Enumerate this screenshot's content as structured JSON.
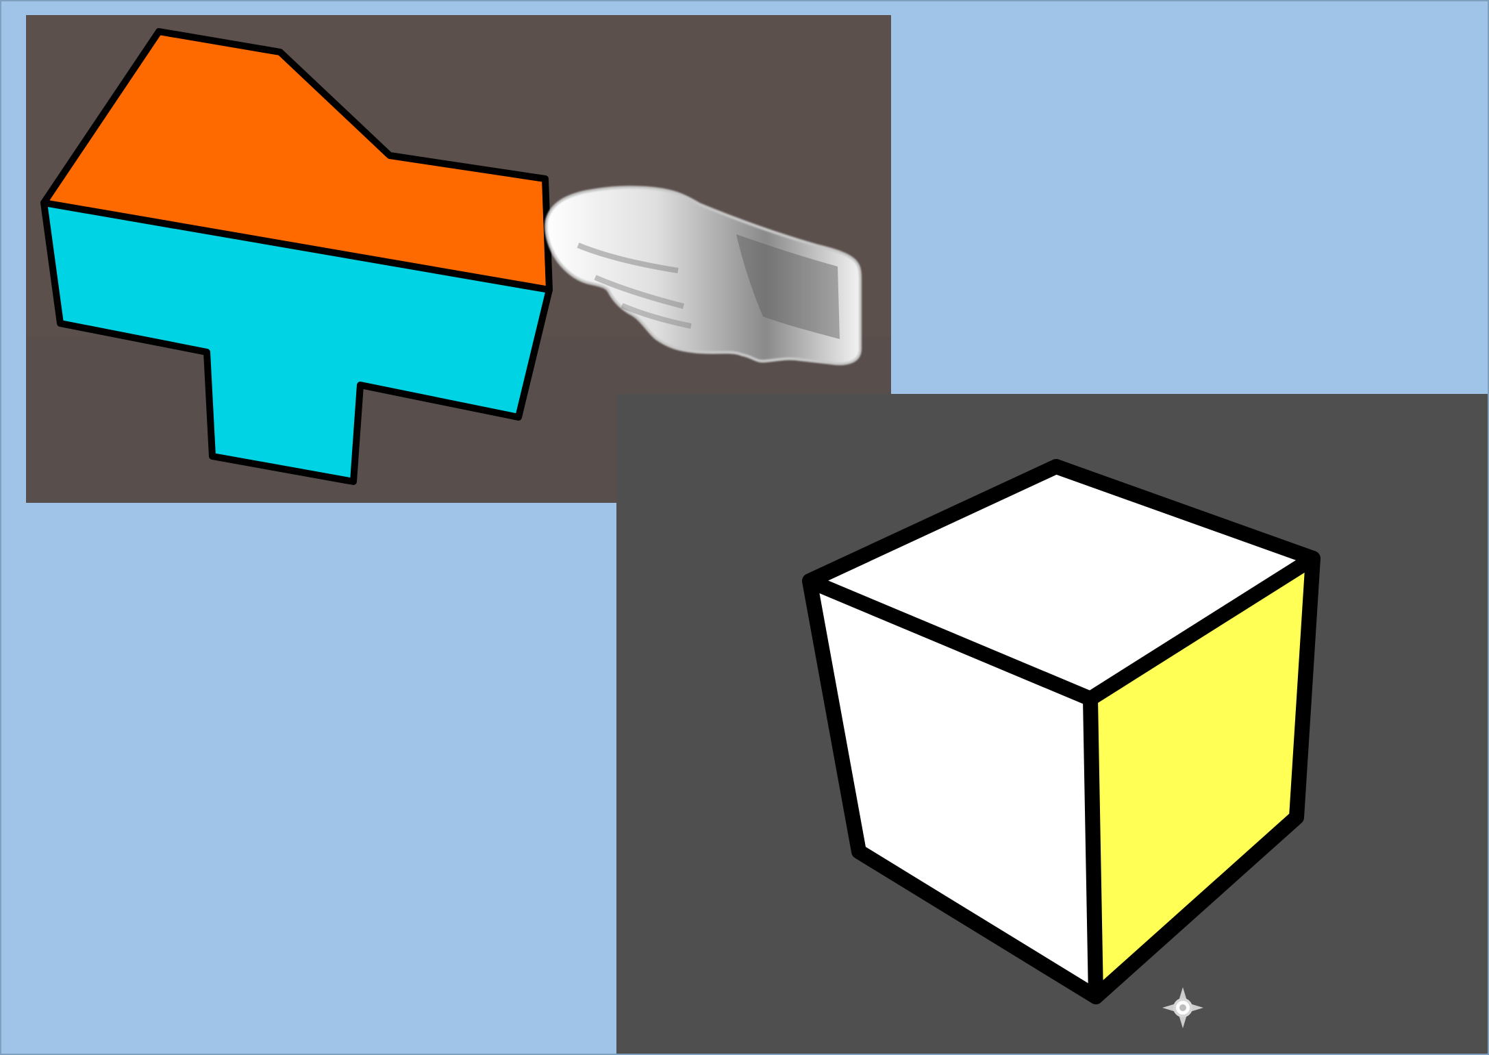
{
  "colors": {
    "background": "#9fc4e8",
    "edge_line": "#7f9fbe",
    "shadow_panel": "#4f4f4f",
    "hand_panel": "#5c504c",
    "outline": "#000000",
    "orange_face": "#ff6a00",
    "cyan_face": "#00d3e3",
    "cube_top": "#ffffff",
    "cube_left": "#ffffff",
    "cube_right": "#ffff55",
    "hand_light": "#f1f1f1",
    "hand_shade": "#5a5a5a",
    "sparkle": "#e9e9e9"
  },
  "illustration": {
    "objects": [
      {
        "name": "orange-cyan-shape",
        "visible": true
      },
      {
        "name": "hand-pointer",
        "visible": true
      },
      {
        "name": "white-yellow-cube",
        "visible": true
      },
      {
        "name": "light-source-icon",
        "visible": true
      }
    ]
  }
}
